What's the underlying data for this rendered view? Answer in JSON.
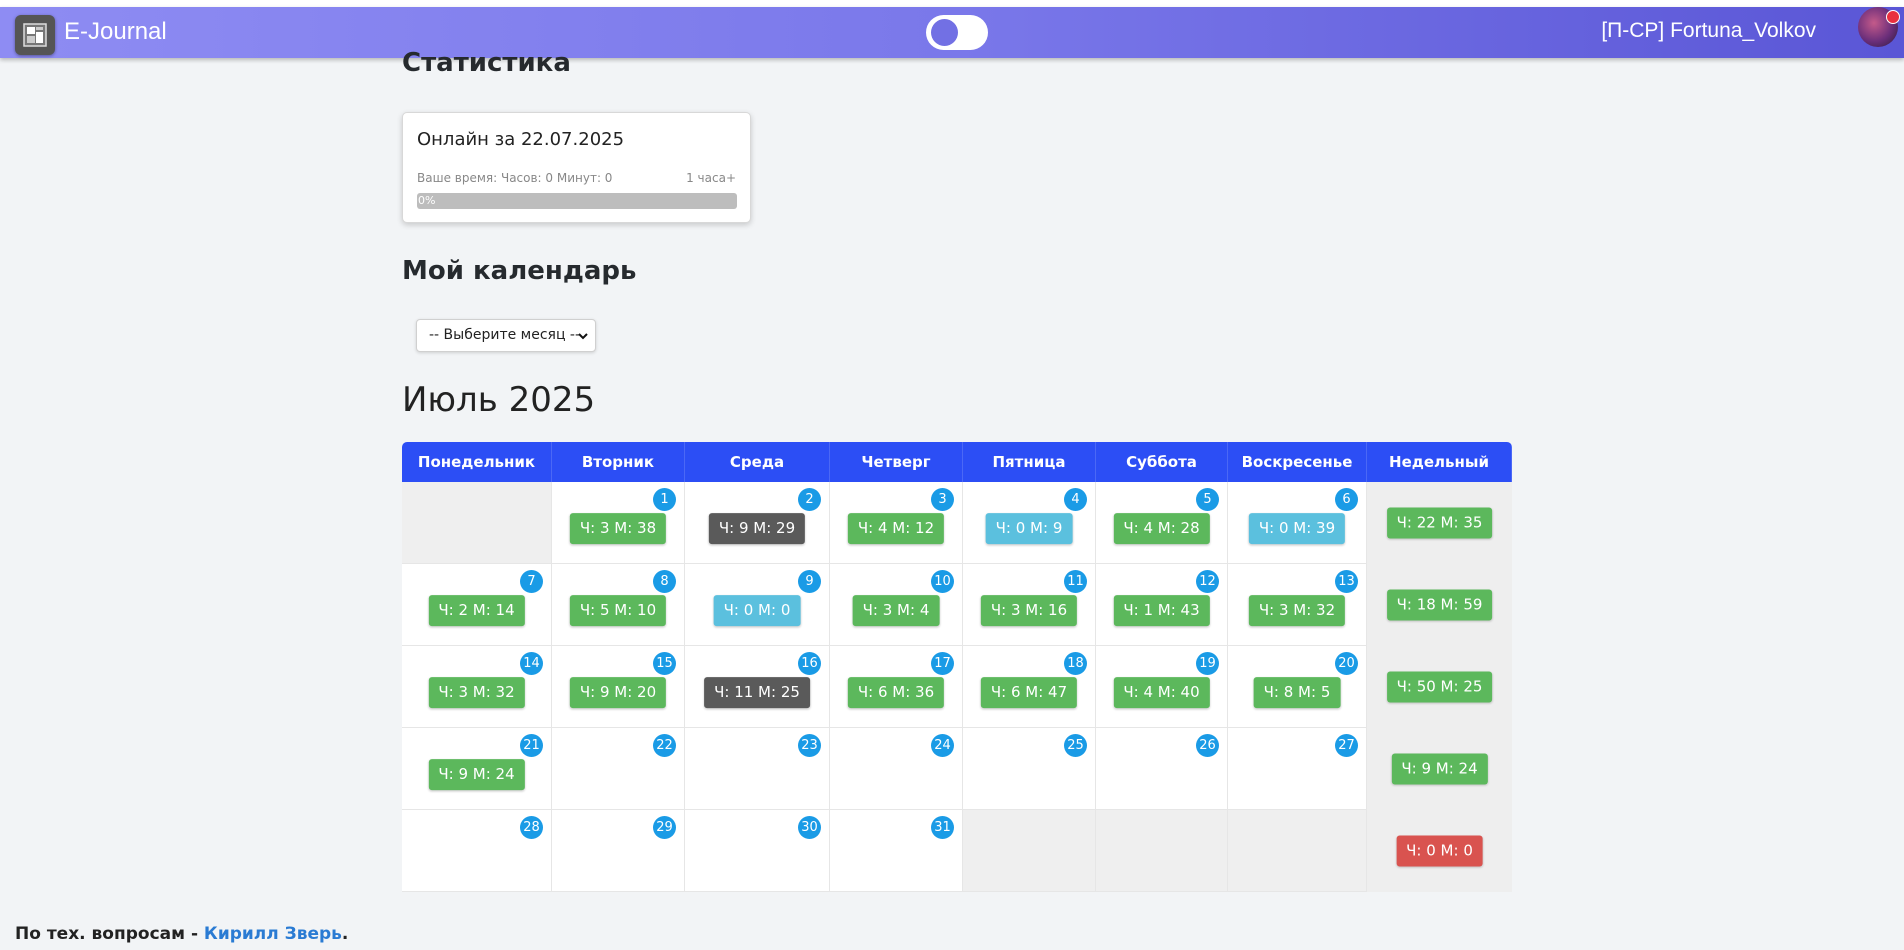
{
  "navbar": {
    "brand": "E-Journal",
    "user_name": "[П-СР] Fortuna_Volkov",
    "colors": {
      "gradient_start": "#8e8cf3",
      "gradient_end": "#5a56d6"
    },
    "icons": [
      "journal-logo-icon",
      "theme-toggle",
      "avatar",
      "notification-dot"
    ]
  },
  "stats": {
    "heading": "Статистика",
    "card_title": "Онлайн за 22.07.2025",
    "your_time": "Ваше время: Часов: 0 Минут: 0",
    "target": "1 часа+",
    "progress_text": "0%",
    "progress_value": 0
  },
  "calendar_section": {
    "heading": "Мой календарь",
    "select_value": "-- Выберите месяц --",
    "month_title": "Июль 2025"
  },
  "calendar": {
    "headers": [
      "Понедельник",
      "Вторник",
      "Среда",
      "Четверг",
      "Пятница",
      "Суббота",
      "Воскресенье",
      "Недельный"
    ],
    "colors": {
      "header": "#2c4ef5",
      "green": "#5cb85c",
      "blue": "#5bc0de",
      "gray": "#5a5a5a",
      "red": "#d9534f",
      "day": "#1a9be6"
    },
    "weeks": [
      {
        "days": [
          null,
          {
            "day": "1",
            "label": "Ч: 3 М: 38",
            "color": "green"
          },
          {
            "day": "2",
            "label": "Ч: 9 М: 29",
            "color": "gray"
          },
          {
            "day": "3",
            "label": "Ч: 4 М: 12",
            "color": "green"
          },
          {
            "day": "4",
            "label": "Ч: 0 М: 9",
            "color": "blue"
          },
          {
            "day": "5",
            "label": "Ч: 4 М: 28",
            "color": "green"
          },
          {
            "day": "6",
            "label": "Ч: 0 М: 39",
            "color": "blue"
          }
        ],
        "weekly": {
          "label": "Ч: 22 М: 35",
          "color": "green"
        }
      },
      {
        "days": [
          {
            "day": "7",
            "label": "Ч: 2 М: 14",
            "color": "green"
          },
          {
            "day": "8",
            "label": "Ч: 5 М: 10",
            "color": "green"
          },
          {
            "day": "9",
            "label": "Ч: 0 М: 0",
            "color": "blue"
          },
          {
            "day": "10",
            "label": "Ч: 3 М: 4",
            "color": "green"
          },
          {
            "day": "11",
            "label": "Ч: 3 М: 16",
            "color": "green"
          },
          {
            "day": "12",
            "label": "Ч: 1 М: 43",
            "color": "green"
          },
          {
            "day": "13",
            "label": "Ч: 3 М: 32",
            "color": "green"
          }
        ],
        "weekly": {
          "label": "Ч: 18 М: 59",
          "color": "green"
        }
      },
      {
        "days": [
          {
            "day": "14",
            "label": "Ч: 3 М: 32",
            "color": "green"
          },
          {
            "day": "15",
            "label": "Ч: 9 М: 20",
            "color": "green"
          },
          {
            "day": "16",
            "label": "Ч: 11 М: 25",
            "color": "gray"
          },
          {
            "day": "17",
            "label": "Ч: 6 М: 36",
            "color": "green"
          },
          {
            "day": "18",
            "label": "Ч: 6 М: 47",
            "color": "green"
          },
          {
            "day": "19",
            "label": "Ч: 4 М: 40",
            "color": "green"
          },
          {
            "day": "20",
            "label": "Ч: 8 М: 5",
            "color": "green"
          }
        ],
        "weekly": {
          "label": "Ч: 50 М: 25",
          "color": "green"
        }
      },
      {
        "days": [
          {
            "day": "21",
            "label": "Ч: 9 М: 24",
            "color": "green"
          },
          {
            "day": "22",
            "label": "",
            "color": ""
          },
          {
            "day": "23",
            "label": "",
            "color": ""
          },
          {
            "day": "24",
            "label": "",
            "color": ""
          },
          {
            "day": "25",
            "label": "",
            "color": ""
          },
          {
            "day": "26",
            "label": "",
            "color": ""
          },
          {
            "day": "27",
            "label": "",
            "color": ""
          }
        ],
        "weekly": {
          "label": "Ч: 9 М: 24",
          "color": "green"
        }
      },
      {
        "days": [
          {
            "day": "28",
            "label": "",
            "color": ""
          },
          {
            "day": "29",
            "label": "",
            "color": ""
          },
          {
            "day": "30",
            "label": "",
            "color": ""
          },
          {
            "day": "31",
            "label": "",
            "color": ""
          },
          null,
          null,
          null
        ],
        "weekly": {
          "label": "Ч: 0 М: 0",
          "color": "red"
        }
      }
    ]
  },
  "footer": {
    "text": "По тех. вопросам - ",
    "link": "Кирилл Зверь",
    "end": "."
  }
}
